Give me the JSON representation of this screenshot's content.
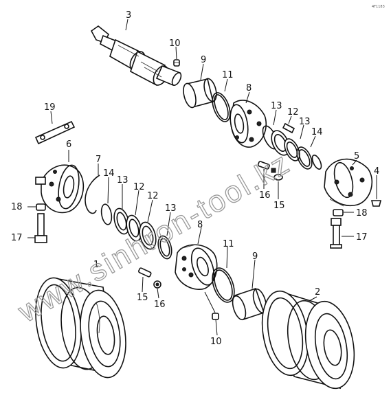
{
  "corner_mark": "4F1183",
  "watermark": "www.sinhron-tool.kz",
  "labels": {
    "l1": "1",
    "l2": "2",
    "l3": "3",
    "l4": "4",
    "l5": "5",
    "l6": "6",
    "l7": "7",
    "l8a": "8",
    "l8b": "8",
    "l9a": "9",
    "l9b": "9",
    "l10a": "10",
    "l10b": "10",
    "l11a": "11",
    "l11b": "11",
    "l12a": "12",
    "l12b": "12",
    "l12c": "12",
    "l13a": "13",
    "l13b": "13",
    "l13c": "13",
    "l13d": "13",
    "l14a": "14",
    "l14b": "14",
    "l15a": "15",
    "l15b": "15",
    "l16a": "16",
    "l16b": "16",
    "l17a": "17",
    "l17b": "17",
    "l18a": "18",
    "l18b": "18",
    "l19": "19"
  }
}
